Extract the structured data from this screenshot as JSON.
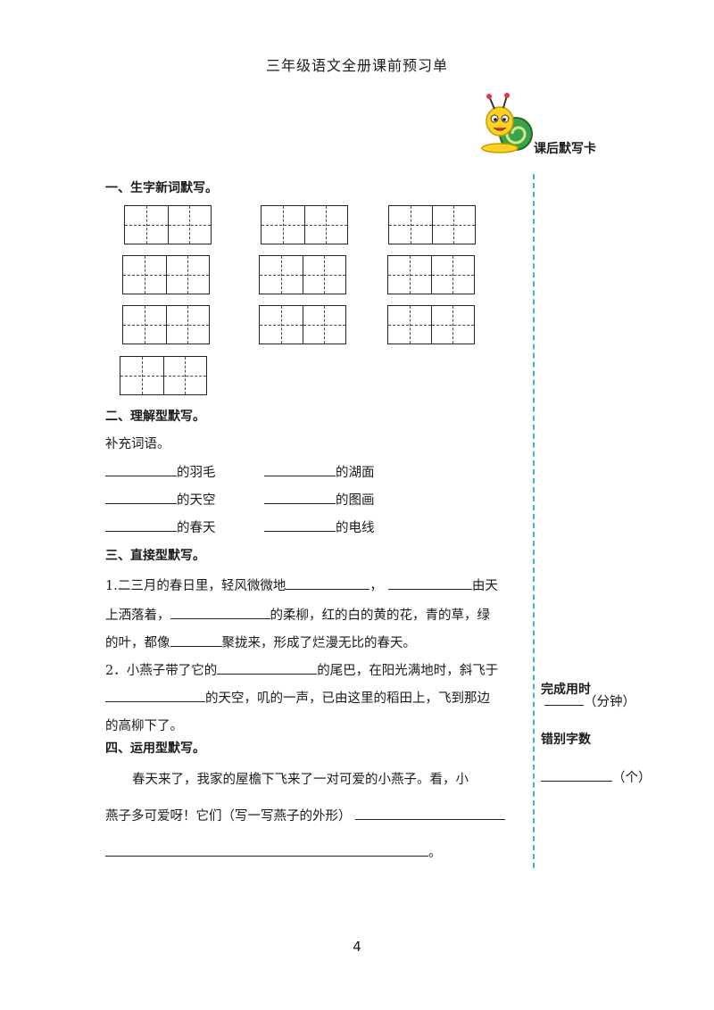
{
  "title": "三年级语文全册课前预习单",
  "card_label": "课后默写卡",
  "section1": {
    "heading": "一、生字新词默写。",
    "grid_count": 10
  },
  "section2": {
    "heading": "二、理解型默写。",
    "instruction": "补充词语。",
    "items": [
      "的羽毛",
      "的湖面",
      "的天空",
      "的图画",
      "的春天",
      "的电线"
    ]
  },
  "section3": {
    "heading": "三、直接型默写。",
    "q1": {
      "p1": "1.二三月的春日里，轻风微微地",
      "p2": "，",
      "p3": "由天",
      "p4": "上洒落着，",
      "p5": "的柔柳，红的白的黄的花，青的草，绿",
      "p6": "的叶，都像",
      "p7": "聚拢来，形成了烂漫无比的春天。"
    },
    "q2": {
      "p1": "2．小燕子带了它的",
      "p2": "的尾巴，在阳光满地时，斜飞于",
      "p3": "的天空，叽的一声，已由这里的稻田上，飞到那边",
      "p4": "的高柳下了。"
    }
  },
  "section4": {
    "heading": "四、运用型默写。",
    "p1": "春天来了，我家的屋檐下飞来了一对可爱的小燕子。看，小",
    "p2": "燕子多可爱呀！它们（写一写燕子的外形）",
    "p3": "。"
  },
  "sidebar": {
    "time_label": "完成用时",
    "time_unit": "（分钟）",
    "error_label": "错别字数",
    "error_unit": "（个）"
  },
  "page_number": "4"
}
